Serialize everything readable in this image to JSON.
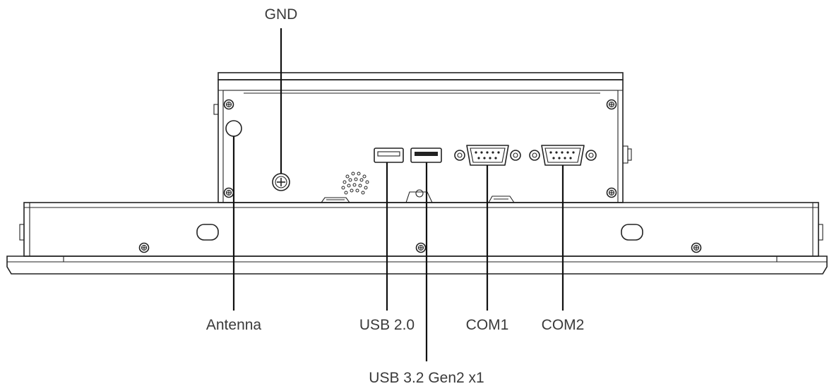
{
  "labels": {
    "gnd": "GND",
    "antenna": "Antenna",
    "usb2": "USB 2.0",
    "usb3": "USB 3.2 Gen2 x1",
    "com1": "COM1",
    "com2": "COM2"
  },
  "colors": {
    "line": "#222222",
    "label": "#3a3a3a",
    "background": "#ffffff"
  }
}
